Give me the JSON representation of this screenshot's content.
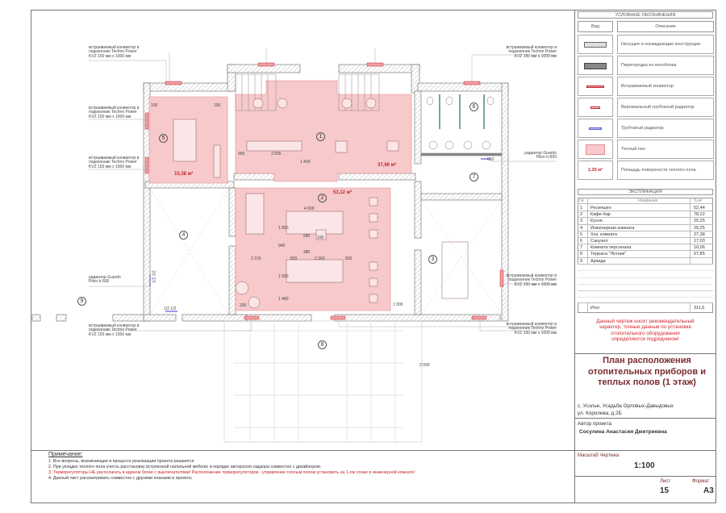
{
  "legend": {
    "title": "УСЛОВНЫЕ ОБОЗНАЧЕНИЯ",
    "col_view": "Вид",
    "col_desc": "Описание",
    "items": [
      {
        "icon": "hatched-wall-icon",
        "desc": "Несущие и ограждающие конструкции"
      },
      {
        "icon": "foam-block-partition-icon",
        "desc": "Перегородка из пеноблока"
      },
      {
        "icon": "built-in-convector-icon",
        "desc": "Встраиваемый конвектор"
      },
      {
        "icon": "vertical-tube-radiator-icon",
        "desc": "Вертикальный трубчатый радиатор"
      },
      {
        "icon": "tube-radiator-icon",
        "desc": "Трубчатый радиатор"
      },
      {
        "icon": "heated-floor-icon",
        "desc": "Теплый пол"
      },
      {
        "sample": "2,30 м²",
        "desc": "Площадь поверхности теплого пола"
      }
    ]
  },
  "explication": {
    "title": "ЭКСПЛИКАЦИЯ",
    "col_no": "№",
    "col_name": "Название",
    "col_area": "S,м²",
    "rows": [
      {
        "no": "1",
        "name": "Ресепшен",
        "area": "52,44"
      },
      {
        "no": "2",
        "name": "Кафе-бар",
        "area": "78,22"
      },
      {
        "no": "3",
        "name": "Кухня",
        "area": "29,25"
      },
      {
        "no": "4",
        "name": "Инженерная комната",
        "area": "29,25"
      },
      {
        "no": "5",
        "name": "Хоз. комната",
        "area": "27,38"
      },
      {
        "no": "6",
        "name": "Санузел",
        "area": "17,03"
      },
      {
        "no": "7",
        "name": "Комната персонала",
        "area": "10,06"
      },
      {
        "no": "8",
        "name": "Терраса \"Летник\"",
        "area": "67,85"
      },
      {
        "no": "9",
        "name": "Аркада",
        "area": ""
      }
    ],
    "total_label": "Итог",
    "total": "311,5",
    "disclaimer": "Данный чертеж носит рекомендательный характер, точные данные по установке отопительного оборудования определяются подрядчиком!"
  },
  "title_block": {
    "title": "План расположения отопительных приборов и теплых полов (1 этаж)",
    "address1": "с. Усолье, Усадьба Орловых-Давыдовых",
    "address2": "ул. Королева, д.2Б",
    "author_label": "Автор проекта",
    "author": "Сосулина Анастасия Дмитриевна",
    "scale_label": "Масштаб Чертежа",
    "scale": "1:100",
    "sheet_label": "Лист",
    "sheet": "15",
    "format_label": "Формат",
    "format": "А3"
  },
  "notes": {
    "title": "Примечание:",
    "items": [
      "1. Все вопросы, возникающие в процессе реализации проекта решаются",
      "2. При укладке теплого пола учесть расстановку встроенной напольной мебели; в порядке авторского надзора совместно с дизайнером.",
      "3. Терморегуляторы НЕ располагать в едином блоке с выключателями! Расположение терморегуляторов - управление теплым полом установить на 1-ом этаже в инженерной комнате!",
      "4. Данный лист рассматривать совместно с другими планами в проекте;"
    ]
  },
  "plan": {
    "convector_note": "встраиваемый конвектор в подоконник Techno Power KVZ 150 мм x 1000 мм",
    "radiator_note": "радиатор Guardo Pilon h-500",
    "rooms": [
      "1",
      "2",
      "3",
      "4",
      "5",
      "6",
      "7",
      "8",
      "9"
    ],
    "areas": {
      "room5": "15,38 м²",
      "room1": "37,96 м²",
      "room2": "53,12 м²"
    },
    "dimensions": [
      "3 555",
      "4 000",
      "1 800",
      "3 155",
      "2 360",
      "820",
      "820",
      "1 500",
      "1 480",
      "1 000",
      "1 400",
      "900",
      "200",
      "100",
      "2 000",
      "1/2 1/2",
      "650",
      "940",
      "580",
      "380",
      "100",
      "100",
      "1/2 1/2"
    ]
  },
  "colors": {
    "heated_floor": "#f7c9cb",
    "convector": "#e0666c",
    "accent_red": "#c0262d",
    "title": "#7a2a2e",
    "tube_radiator": "#5b5bd6",
    "partition": "#1f6b6b"
  }
}
